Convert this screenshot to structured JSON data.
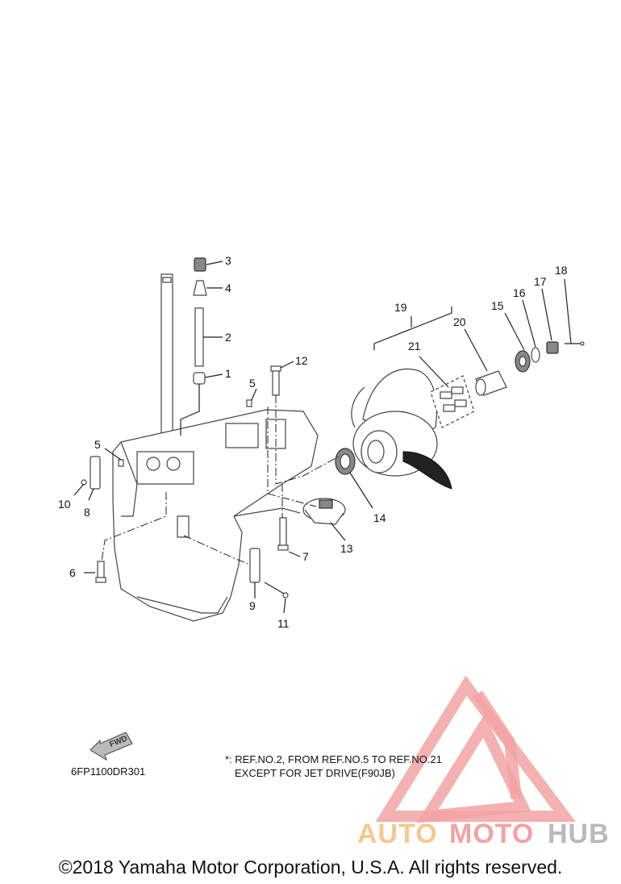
{
  "diagram": {
    "callouts": [
      "1",
      "2",
      "3",
      "4",
      "5",
      "5",
      "6",
      "7",
      "8",
      "9",
      "10",
      "11",
      "12",
      "13",
      "14",
      "15",
      "16",
      "17",
      "18",
      "19",
      "20",
      "21"
    ],
    "note_line1": "*: REF.NO.2, FROM REF.NO.5 TO REF.NO.21",
    "note_line2": "EXCEPT FOR JET DRIVE(F90JB)",
    "diagram_code": "6FP1100DR301",
    "fwd_label": "FWD"
  },
  "watermark": {
    "auto": "AUTO",
    "moto": "MOTO",
    "hub": "HUB",
    "colors": {
      "auto": "#f5c890",
      "moto": "#f2a3a3",
      "hub": "#b9b9b9"
    }
  },
  "footer": {
    "copyright": "©2018 Yamaha Motor Corporation, U.S.A. All rights reserved."
  }
}
